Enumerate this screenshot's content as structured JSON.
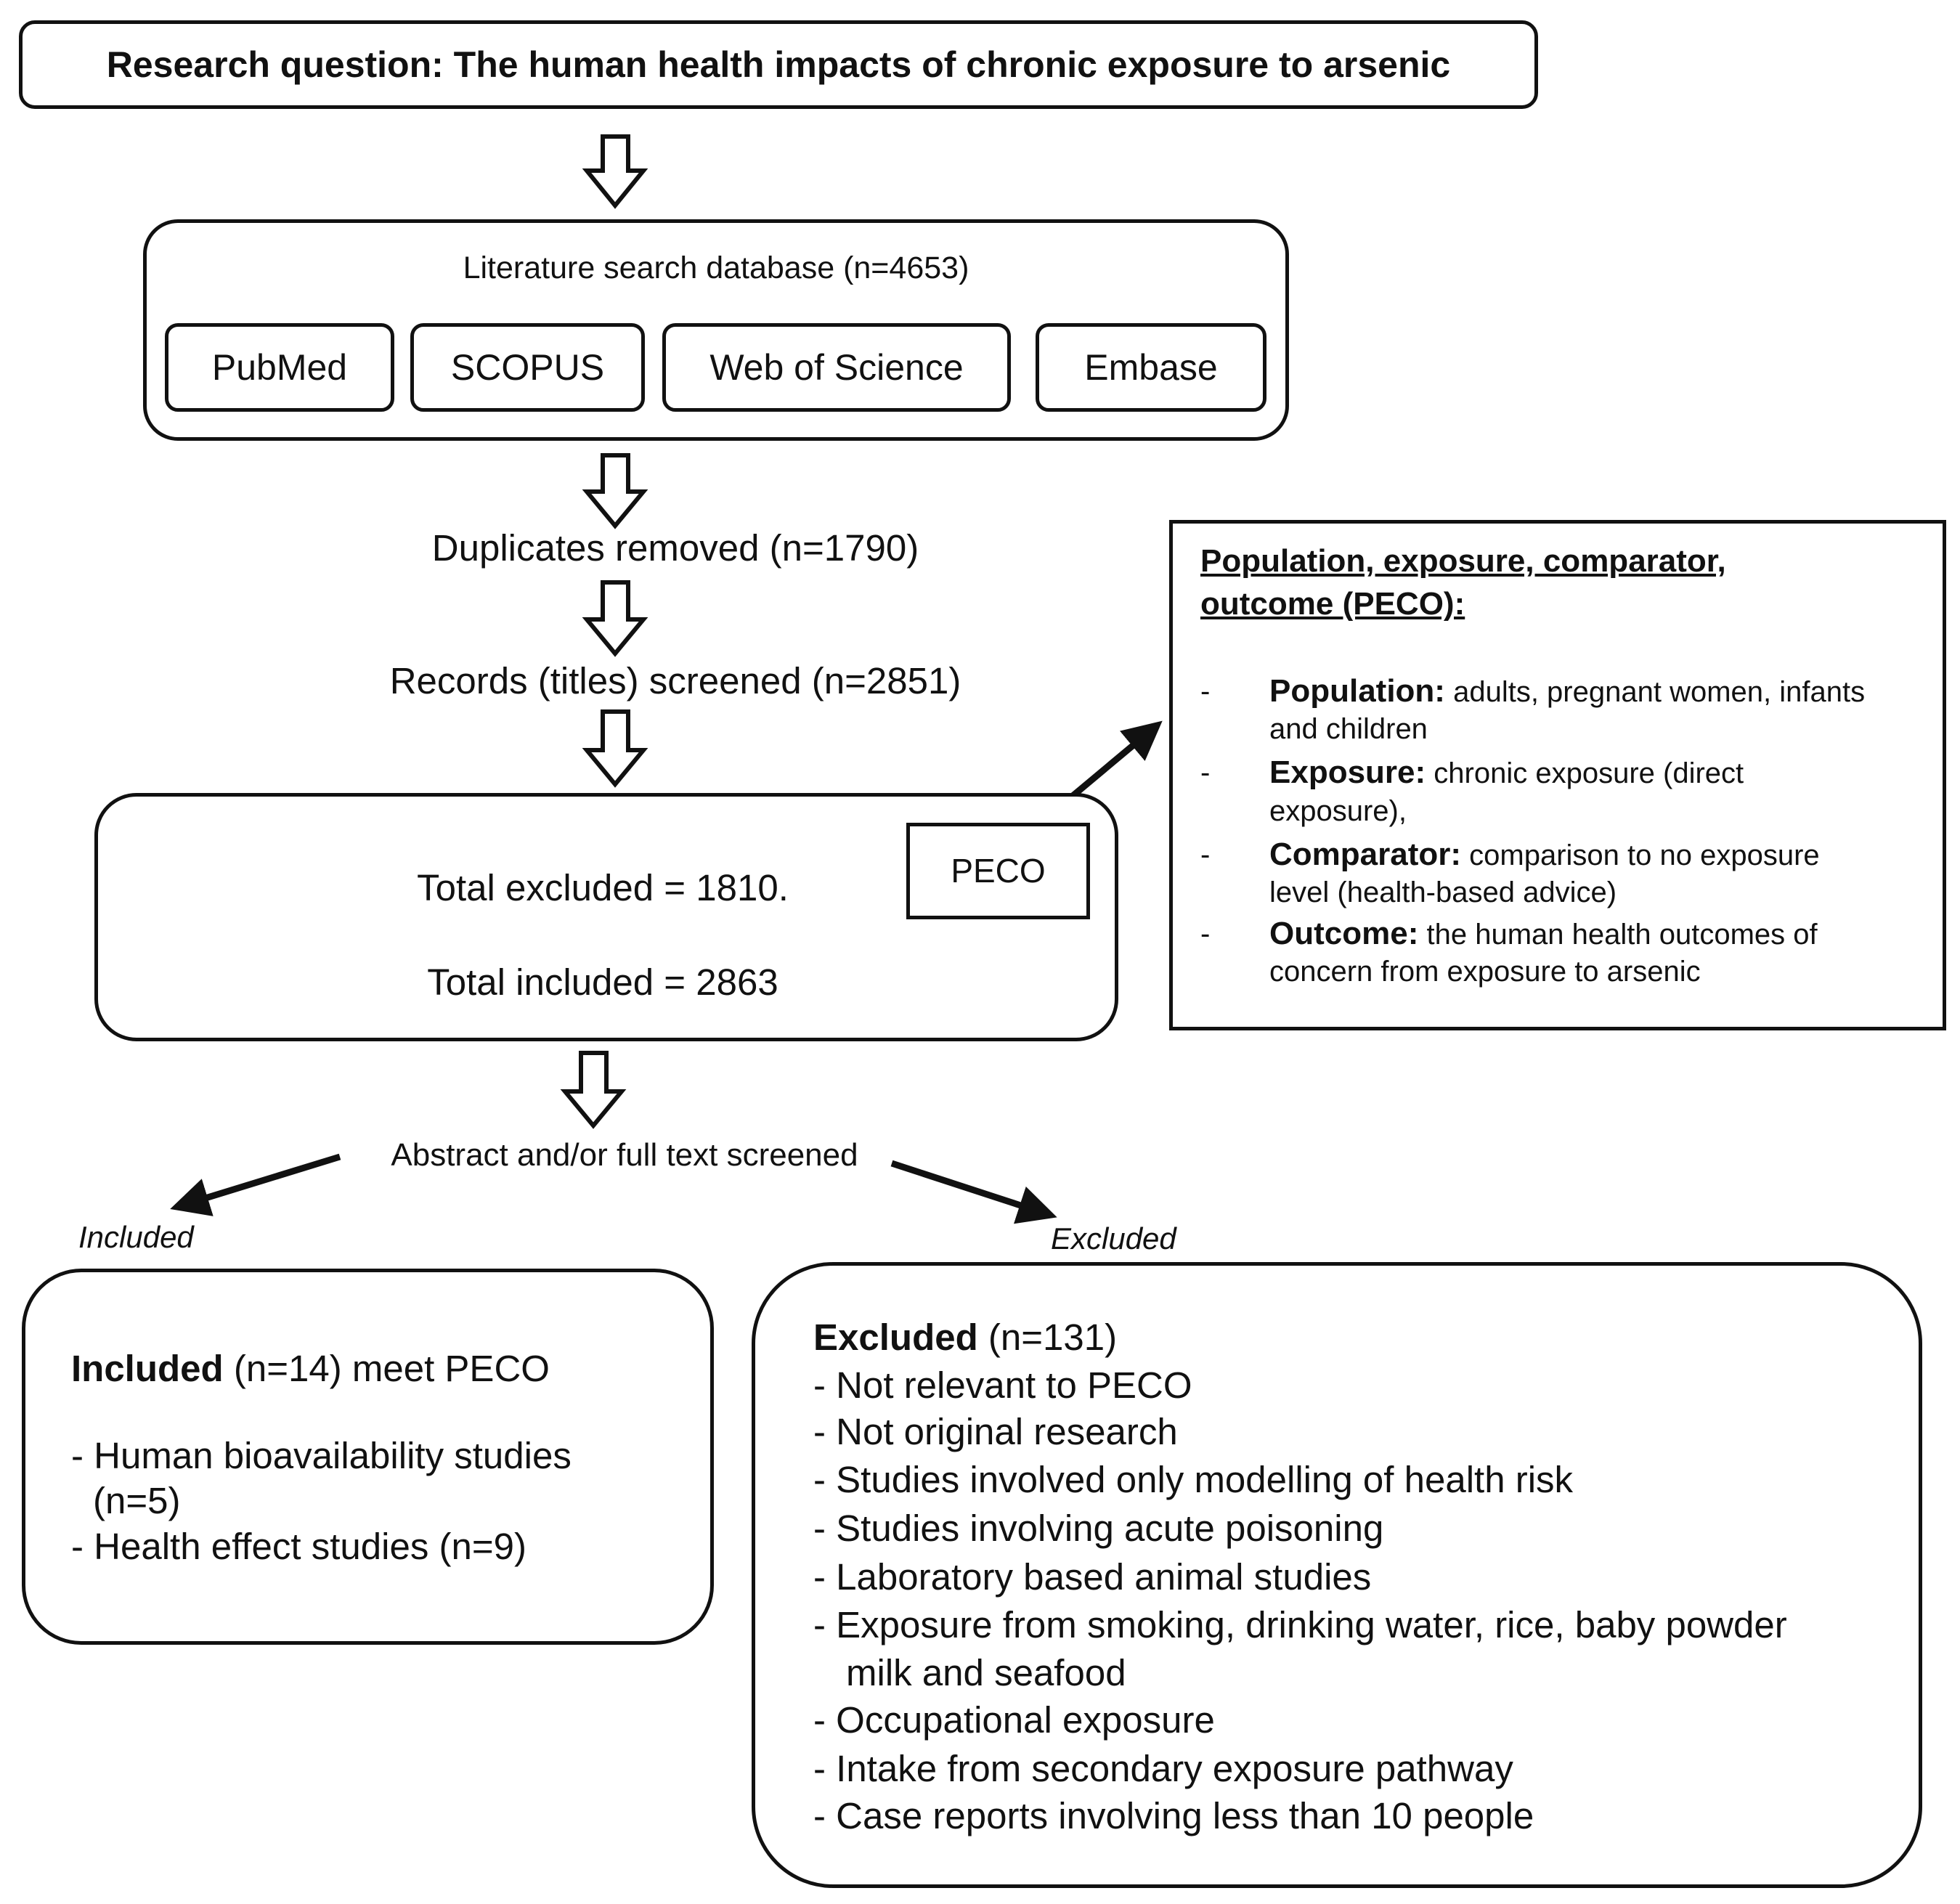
{
  "research_question": "Research question: The human health impacts of chronic exposure to arsenic",
  "search": {
    "title": "Literature search database (n=4653)",
    "databases": [
      "PubMed",
      "SCOPUS",
      "Web of Science",
      "Embase"
    ]
  },
  "duplicates": "Duplicates removed (n=1790)",
  "records": "Records (titles) screened (n=2851)",
  "totals": {
    "excluded": "Total excluded = 1810.",
    "included": "Total included = 2863",
    "peco_label": "PECO"
  },
  "peco": {
    "heading_line1": "Population, exposure, comparator,",
    "heading_line2": "outcome (PECO):",
    "bullet": "-",
    "population_label": "Population:",
    "population_text1": "adults, pregnant women, infants",
    "population_text2": "and children",
    "exposure_label": "Exposure:",
    "exposure_text1": "chronic exposure (direct",
    "exposure_text2": "exposure),",
    "comparator_label": "Comparator:",
    "comparator_text1": "comparison to no exposure",
    "comparator_text2": "level (health-based advice)",
    "outcome_label": "Outcome:",
    "outcome_text1": "the human health outcomes of",
    "outcome_text2": "concern from exposure to arsenic"
  },
  "screening": "Abstract and/or full text screened",
  "branch_included": "Included",
  "branch_excluded": "Excluded",
  "included_box": {
    "label": "Included",
    "rest": "(n=14) meet PECO",
    "item1_line1": "- Human bioavailability studies",
    "item1_line2": "(n=5)",
    "item2": "- Health effect studies (n=9)"
  },
  "excluded_box": {
    "label": "Excluded",
    "rest": "(n=131)",
    "items": [
      "- Not relevant to PECO",
      "- Not original research",
      "- Studies involved only modelling of health risk",
      "- Studies involving acute poisoning",
      "- Laboratory based animal studies",
      "- Exposure from smoking, drinking water, rice, baby powder",
      "milk and seafood",
      "- Occupational exposure",
      "- Intake from secondary exposure pathway",
      "- Case reports involving less than 10 people"
    ]
  }
}
